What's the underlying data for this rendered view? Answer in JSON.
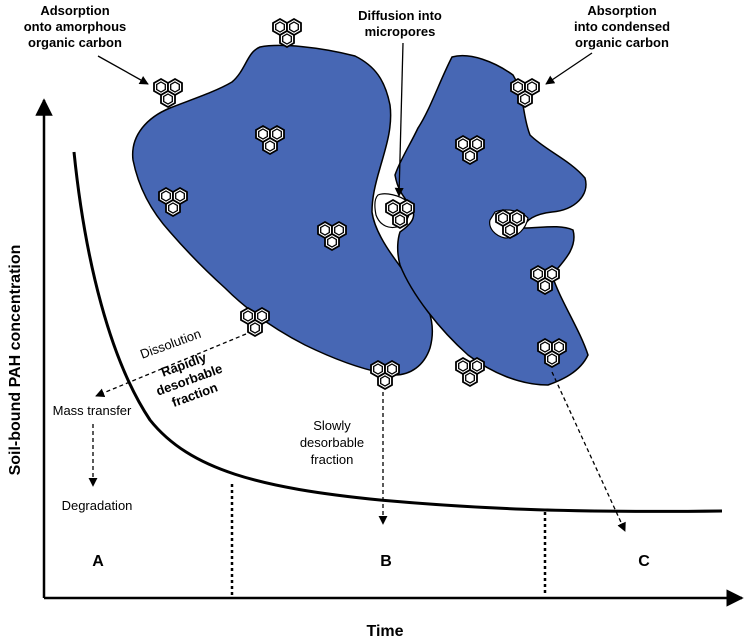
{
  "axes": {
    "y_label": "Soil-bound PAH concentration",
    "x_label": "Time"
  },
  "top_labels": {
    "adsorption": [
      "Adsorption",
      "onto amorphous",
      "organic carbon"
    ],
    "diffusion": [
      "Diffusion into",
      "micropores"
    ],
    "absorption": [
      "Absorption",
      "into condensed",
      "organic carbon"
    ]
  },
  "process_labels": {
    "dissolution": "Dissolution",
    "rapid": [
      "Rapidly",
      "desorbable",
      "fraction"
    ],
    "mass_transfer": "Mass transfer",
    "degradation": "Degradation",
    "slow": [
      "Slowly",
      "desorbable",
      "fraction"
    ]
  },
  "phases": [
    "A",
    "B",
    "C"
  ],
  "colors": {
    "particle_fill": "#4767b4",
    "line": "#000000"
  },
  "icons": [
    "pah-molecule-icon"
  ]
}
